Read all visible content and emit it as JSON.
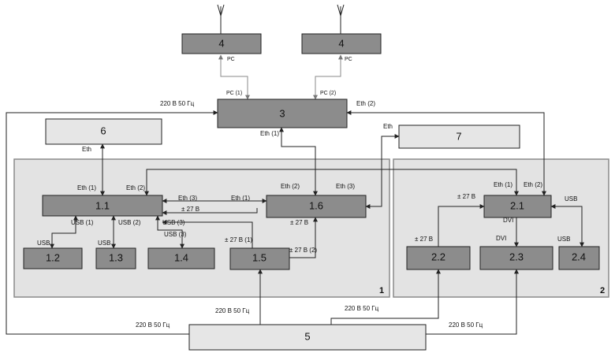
{
  "colors": {
    "dark_block": "#8c8c8c",
    "light_block": "#e6e6e6",
    "group_fill": "#e3e3e3",
    "group_stroke": "#8a8a8a",
    "line": "#222222",
    "rc_line": "#888888"
  },
  "icons": {
    "antenna": "antenna-icon"
  },
  "blocks": {
    "b4a": "4",
    "b4b": "4",
    "b3": "3",
    "b6": "6",
    "b7": "7",
    "b11": "1.1",
    "b16": "1.6",
    "b12": "1.2",
    "b13": "1.3",
    "b14": "1.4",
    "b15": "1.5",
    "b21": "2.1",
    "b22": "2.2",
    "b23": "2.3",
    "b24": "2.4",
    "b5": "5"
  },
  "groups": {
    "g1": "1",
    "g2": "2"
  },
  "labels": {
    "rc_left": "РС",
    "rc_right": "РС",
    "rc1": "РС (1)",
    "rc2": "РС (2)",
    "power_top": "220 В 50 Гц",
    "eth2_top": "Eth (2)",
    "eth1_3": "Eth (1)",
    "eth_6": "Eth",
    "eth_7": "Eth",
    "eth1_11": "Eth (1)",
    "eth2_11": "Eth (2)",
    "eth3_11": "Eth (3)",
    "eth1_mid": "Eth (1)",
    "pm27_11": "± 27 В",
    "eth2_16": "Eth (2)",
    "eth3_16": "Eth (3)",
    "pm27_16": "± 27 В",
    "usb1": "USB (1)",
    "usb2": "USB (2)",
    "usb3": "USB (3)",
    "usb_12": "USB",
    "usb_13": "USB",
    "usb_14": "USB (3)",
    "pm27_15a": "± 27 В (1)",
    "pm27_15b": "± 27 В (2)",
    "pm27_21": "± 27 В",
    "eth1_21": "Eth (1)",
    "eth2_21": "Eth (2)",
    "usb_21": "USB",
    "dvi_21": "DVI",
    "pm27_22": "± 27 В",
    "dvi_23": "DVI",
    "usb_24": "USB",
    "power_15": "220 В 50 Гц",
    "power_left": "220 В 50 Гц",
    "power_22": "220 В 50 Гц",
    "power_23": "220 В 50 Гц"
  }
}
